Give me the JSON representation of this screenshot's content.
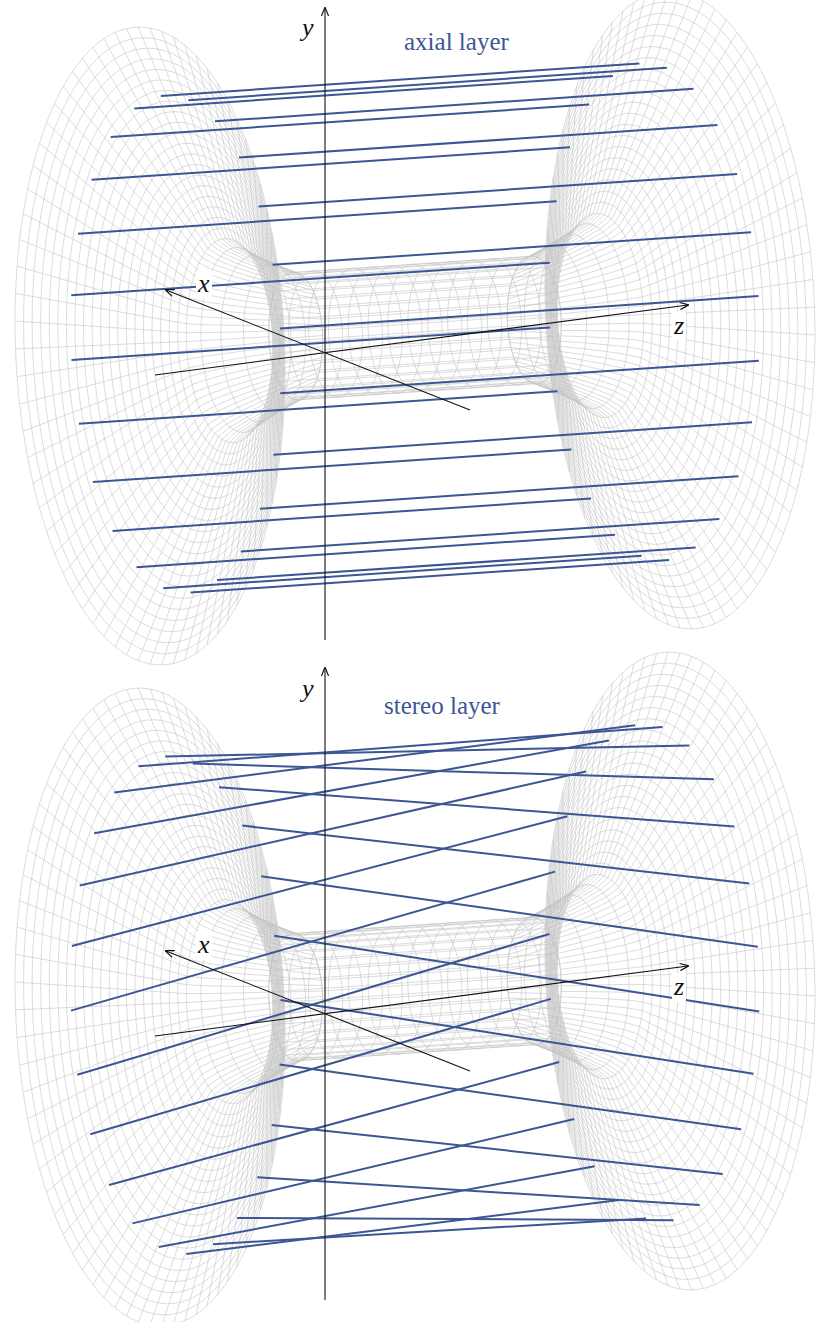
{
  "diagram": {
    "labels": [
      "y",
      "axial layer",
      "x",
      "z",
      "y",
      "stereo layer",
      "x",
      "z"
    ]
  }
}
